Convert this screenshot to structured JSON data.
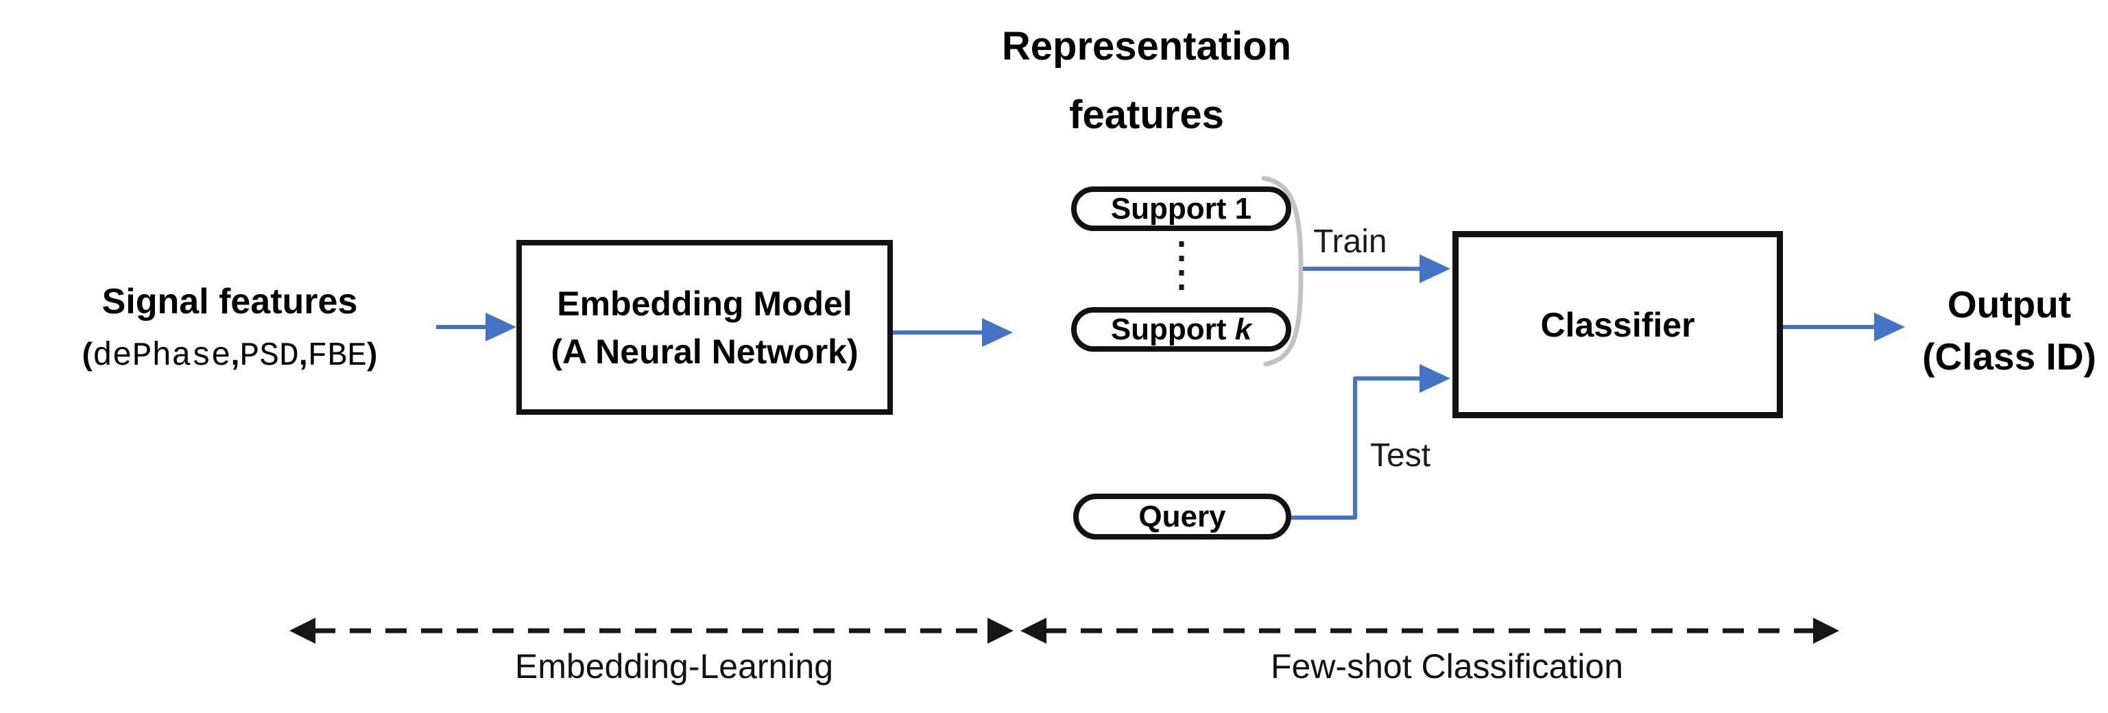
{
  "colors": {
    "arrow_blue": "#4472C4",
    "shape_black": "#161616",
    "bracket_gray": "#C2C2C2"
  },
  "title": {
    "line1": "Representation",
    "line2": "features"
  },
  "input_label": {
    "heading": "Signal features",
    "paren_open": "(",
    "features": [
      "dePhase",
      "PSD",
      "FBE"
    ],
    "comma": ",",
    "paren_close": ")"
  },
  "embedding_box": {
    "line1": "Embedding Model",
    "line2": "(A Neural Network)"
  },
  "pills": {
    "support_1": "Support 1",
    "support_k_prefix": "Support ",
    "support_k_italic": "k",
    "query": "Query"
  },
  "classifier_box": {
    "label": "Classifier"
  },
  "flow": {
    "train_label": "Train",
    "test_label": "Test"
  },
  "output_label": {
    "line1": "Output",
    "line2": "(Class ID)"
  },
  "phases": {
    "embedding": "Embedding-Learning",
    "few_shot": "Few-shot Classification"
  }
}
